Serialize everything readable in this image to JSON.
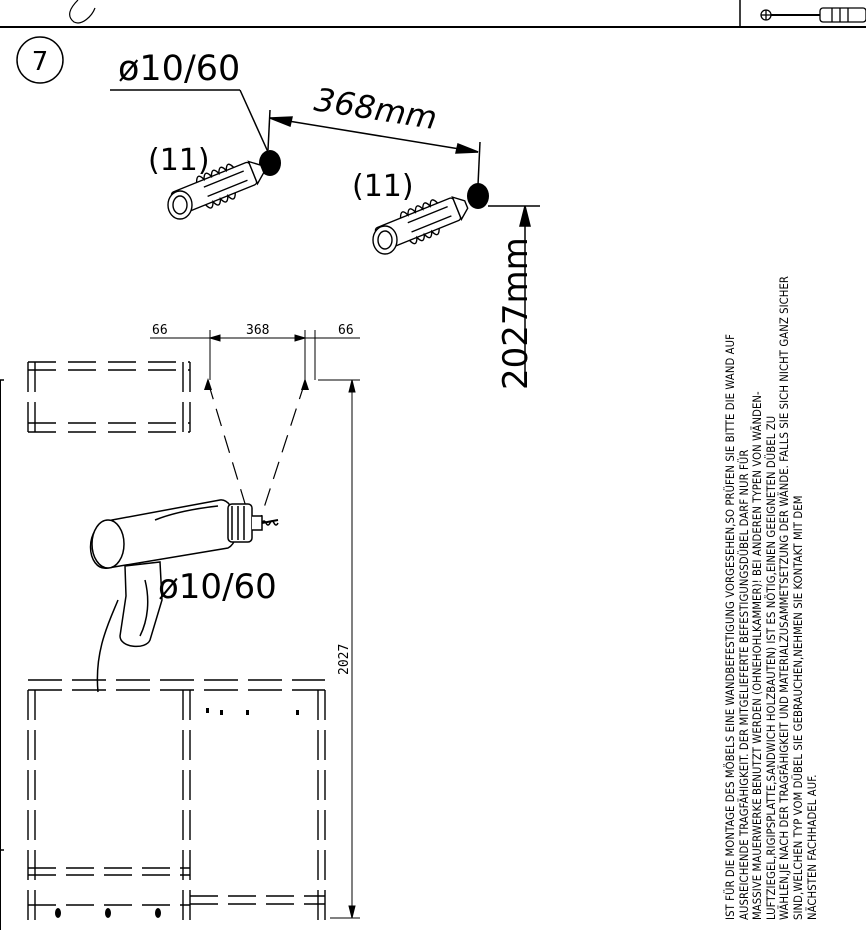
{
  "step": {
    "number": "7"
  },
  "drill_spec_top": "ø10/60",
  "drill_spec_drill": "ø10/60",
  "dowel_left": {
    "label": "(11)"
  },
  "dowel_right": {
    "label": "(11)"
  },
  "dim_spacing_large": "368mm",
  "dim_height_large": "2027mm",
  "dim_edge_left": "66",
  "dim_spacing_small": "368",
  "dim_edge_right": "66",
  "dim_height_small": "2027",
  "warning_lines": [
    "IST FÜR DIE MONTAGE DES MÖBELS EINE WANDBEFESTIGUNG VORGESEHEN,SO PRÜFEN SIE BITTE DIE WAND AUF",
    "AUSREICHENDE TRAGFÄHIGKEIT. DER MITGELIEFERTE BEFESTIGUNGSDÜBEL DARF NUR FÜR",
    "MASSIVE MAUERWERKE BENUTZT WERDEN (OHNEHOHLKAMMER)! BEI ANDEREN TYPEN VON WÄNDEN-",
    "LUFTZIEGEL,RIGIPSPLATTE,SANDWICH HOLZBAUTEN) IST ES NÖTIG,EINEN GEEIGNETEN DÜBEL ZU",
    "WÄHLEN,JE NACH DER TRAGFÄHIGKEIT UND MATERIALZUSAMMETSETZUNG DER WÄNDE. FALLS SIE SICH NICHT GANZ SICHER",
    "SIND,WELCHEN TYP VOM DÜBEL SIE GEBRAUCHEN,NEHMEN SIE KONTAKT MIT DEM",
    "NÄCHSTEN FACHHADEL AUF."
  ]
}
